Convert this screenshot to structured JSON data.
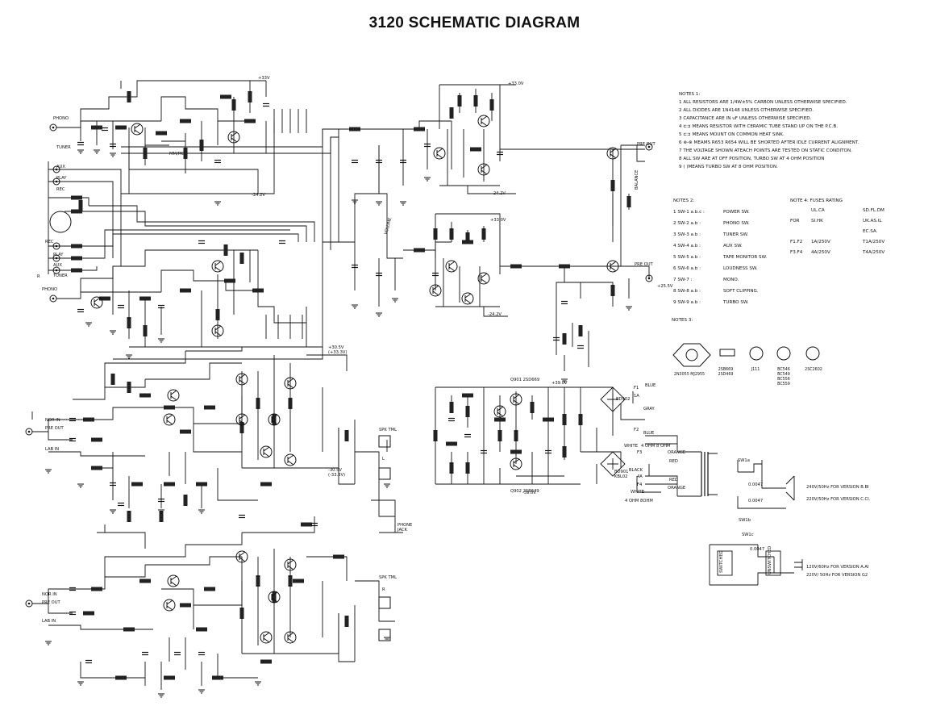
{
  "title": "3120 SCHEMATIC DIAGRAM",
  "notes1": {
    "heading": "NOTES 1:",
    "items": [
      "1 ALL RESISTORS ARE 1/4W±5% CARBON UNLESS OTHERWISE SPECIFIED.",
      "2 ALL DIODES ARE 1N4148 UNLESS OTHERWISE SPECIFIED.",
      "3 CAPACITANCE ARE IN uF UNLESS OTHERWISE SPECIFIED.",
      "4 ⊏⊐ MEANS RESISTOR WITH CERAMIC TUBE STAND UP ON THE P.C.B.",
      "5 ⊏⊐ MEANS MOUNT ON COMMON HEAT SINK.",
      "6 ⊗-⊗ MEAMS R653 R654 WILL BE SHORTED AFTER IDLE CURRENT ALIGNMENT.",
      "7 THE VOLTAGE SHOWN ATEACH POINTS ARE TESTED ON STATIC CONDITON.",
      "8 ALL SW ARE AT OFF POSITION, TURBO SW AT 4 OHM POSITION",
      "9 ( )MEANS TURBO SW AT 8 OHM POSITION."
    ]
  },
  "notes2": {
    "heading": "NOTES 2:",
    "items": [
      {
        "key": "1  SW-1 a.b.c :",
        "val": "POWER SW."
      },
      {
        "key": "2  SW-2 a.b :",
        "val": "PHONO SW."
      },
      {
        "key": "3  SW-3 a.b :",
        "val": "TUNER SW."
      },
      {
        "key": "4  SW-4 a.b :",
        "val": "AUX SW."
      },
      {
        "key": "5  SW-5 a.b :",
        "val": "TAPE MONITOR SW."
      },
      {
        "key": "6  SW-6 a.b :",
        "val": "LOUDNESS SW."
      },
      {
        "key": "7  SW-7 :",
        "val": "MONO."
      },
      {
        "key": "8  SW-8 a.b :",
        "val": "SOFT CLIPPING."
      },
      {
        "key": "9  SW-9 a.b :",
        "val": "TURBO SW."
      }
    ]
  },
  "note4": {
    "heading": "NOTE 4: FUSES RATING",
    "for_label": "FOR",
    "col1": [
      "UL.CA",
      "SI.HK"
    ],
    "col2": [
      "SD.FL.DM",
      "UK.AS.IL",
      "EC.SA."
    ],
    "rows": [
      {
        "fuse": "F1.F2",
        "a": "1A/250V",
        "b": "T1A/250V"
      },
      {
        "fuse": "F3.F4",
        "a": "4A/250V",
        "b": "T4A/250V"
      }
    ]
  },
  "notes3": {
    "heading": "NOTES 3:"
  },
  "packages": [
    {
      "name": "2N3055\nMJ2955"
    },
    {
      "name": "2SB669\n2SD469"
    },
    {
      "name": "J111"
    },
    {
      "name": "BC546\nBC549\nBC556\nBC559"
    },
    {
      "name": "2SC2602"
    }
  ],
  "labels": {
    "phono": "PHONO",
    "tuner": "TUNER",
    "aux": "AUX",
    "play": "PLAY",
    "rec": "REC",
    "r": "R",
    "l": "L",
    "nor_in": "NOR IN",
    "pre_out": "PRE OUT",
    "lab_in": "LAB IN",
    "pre_out_top": "PRE OUT",
    "pre_out_mid": "PRE OUT",
    "balance": "BALANCE",
    "volume": "VOLUME",
    "spk_tml": "SPK TML",
    "phone_jack": "PHONE\nJACK",
    "mm_mc": "MM/MC",
    "blue": "BLUE",
    "gray": "GRAY",
    "white": "WHITE",
    "black": "BLACK",
    "orange": "ORANGE",
    "red": "RED",
    "ohm4_8": "4 OHM  8 OHM",
    "ohm4_8b": "4 OHM  8OHM",
    "v240": "240V/50Hz FOR VERSION B.BI",
    "v220": "220V/50Hz FOR VERSION C.CI.",
    "v120": "120V/60Hz FOR VERSION A.AI",
    "v220b": "220V/ 50Hz FOR VERSION G2",
    "switched": "SWITCHED",
    "unswitched": "UNSWITCHED",
    "sw1a": "SW1a",
    "sw1b": "SW1b",
    "sw1c": "SW1c",
    "cap0047a": "0.0047",
    "cap0047b": "0.0047",
    "cap0047c": "0.0047",
    "p33v": "+33V",
    "p33v0": "+33.0V",
    "p33v0b": "+33.0V",
    "m242": "-24.2V",
    "m242b": "-24.2V",
    "m242c": "-24.2V",
    "p305": "+30.5V\n(+33.3V)",
    "m305": "-30.5V\n(-33.3V)",
    "p390": "+39.0V",
    "m390": "-39.0V",
    "p255": "+25.5V",
    "q901": "Q901 2SD669",
    "q902": "Q902 2SB649",
    "bd902": "BD902",
    "bd901": "BD901\nKBL02",
    "f1": "F1",
    "f2": "F2",
    "f3": "F3",
    "f4": "F4",
    "f1a": "1A",
    "f4a": "4A"
  }
}
